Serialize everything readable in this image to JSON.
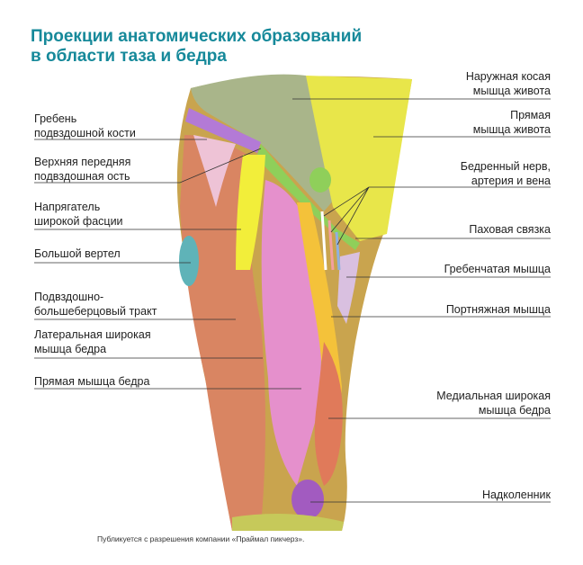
{
  "title": {
    "line1": "Проекции анатомических образований",
    "line2": "в области таза и бедра"
  },
  "labels_left": [
    {
      "line1": "Гребень",
      "line2": "подвздошной кости"
    },
    {
      "line1": "Верхняя передняя",
      "line2": "подвздошная ость"
    },
    {
      "line1": "Напрягатель",
      "line2": "широкой фасции"
    },
    {
      "line1": "Большой вертел"
    },
    {
      "line1": "Подвздошно-",
      "line2": "большеберцовый тракт"
    },
    {
      "line1": "Латеральная широкая",
      "line2": "мышца бедра"
    },
    {
      "line1": "Прямая мышца бедра"
    }
  ],
  "labels_right": [
    {
      "line1": "Наружная косая",
      "line2": "мышца живота"
    },
    {
      "line1": "Прямая",
      "line2": "мышца живота"
    },
    {
      "line1": "Бедренный нерв,",
      "line2": "артерия и вена"
    },
    {
      "line1": "Паховая связка"
    },
    {
      "line1": "Гребенчатая мышца"
    },
    {
      "line1": "Портняжная мышца"
    },
    {
      "line1": "Медиальная широкая",
      "line2": "мышца бедра"
    },
    {
      "line1": "Надколенник"
    }
  ],
  "credit": "Публикуется с разрешения компании «Праймал пикчерз».",
  "colors": {
    "title": "#16899a",
    "oblique": "#a9b58a",
    "rectus_abdominis": "#e8e64a",
    "iliac_crest": "#b37ad6",
    "tensor": "#f2ee3a",
    "trochanter": "#5fb3b8",
    "lateral_vastus": "#d98562",
    "rectus_femoris": "#e590cc",
    "sartorius": "#f4c23a",
    "patella": "#a25bc0"
  }
}
